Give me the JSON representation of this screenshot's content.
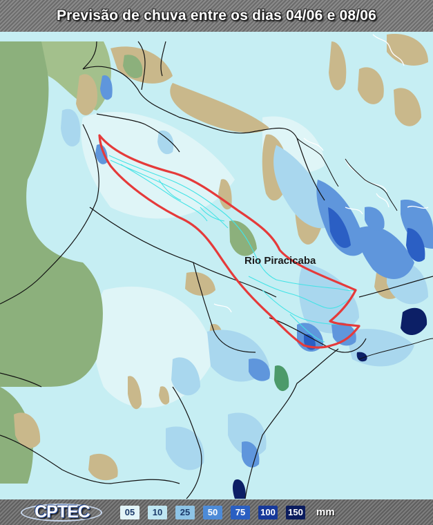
{
  "title": "Previsão de chuva entre os dias 04/06 e 08/06",
  "river_label": "Rio Piracicaba",
  "logo_text": "CPTEC",
  "legend": {
    "unit": "mm",
    "items": [
      {
        "label": "05",
        "color": "#e3f4f8",
        "text_color": "#1b3a6a"
      },
      {
        "label": "10",
        "color": "#bfe6f2",
        "text_color": "#1b3a6a"
      },
      {
        "label": "25",
        "color": "#8ec4e6",
        "text_color": "#1b3a6a"
      },
      {
        "label": "50",
        "color": "#4d8bd8",
        "text_color": "#ffffff"
      },
      {
        "label": "75",
        "color": "#2a5fc2",
        "text_color": "#ffffff"
      },
      {
        "label": "100",
        "color": "#17399a",
        "text_color": "#ffffff"
      },
      {
        "label": "150",
        "color": "#0b1c5e",
        "text_color": "#ffffff"
      }
    ]
  },
  "colors": {
    "outline": "#e53a3a",
    "river": "#43e3e6",
    "terrain": "#87ad79",
    "high_terrain": "#c9b98a",
    "ocean": "#2d5fa8"
  }
}
